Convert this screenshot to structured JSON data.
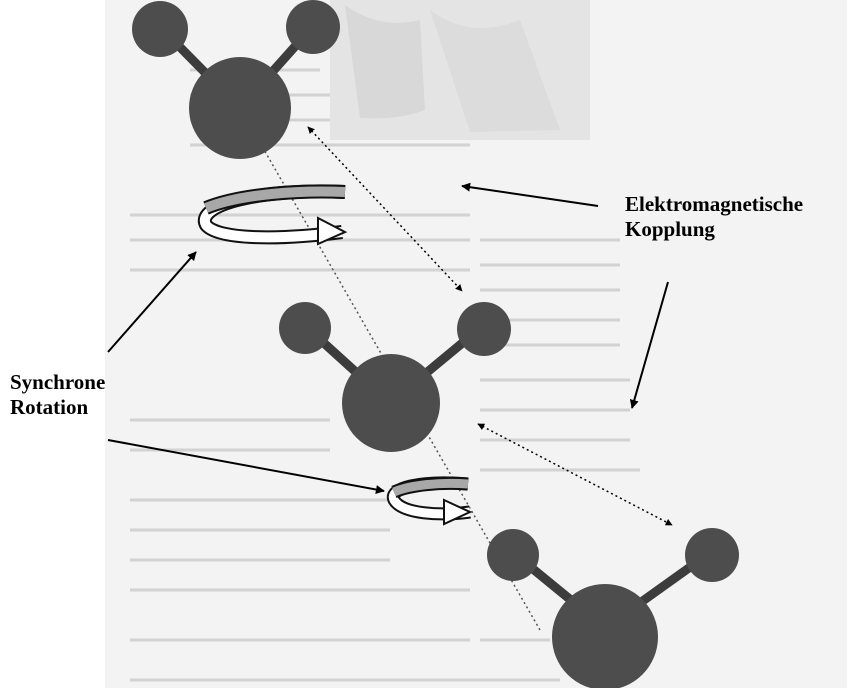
{
  "labels": {
    "coupling_line1": "Elektromagnetische",
    "coupling_line2": "Kopplung",
    "rotation_line1": "Synchrone",
    "rotation_line2": "Rotation"
  },
  "colors": {
    "background_paper": "#f2f2f2",
    "text_ghost": "#c9c9c9",
    "molecule": "#4d4d4d",
    "bond": "#3c3c3c",
    "rotation_band": "#a8a8a8",
    "arrow": "#000000"
  },
  "molecules": [
    {
      "name": "molecule-top"
    },
    {
      "name": "molecule-middle"
    },
    {
      "name": "molecule-bottom"
    }
  ]
}
